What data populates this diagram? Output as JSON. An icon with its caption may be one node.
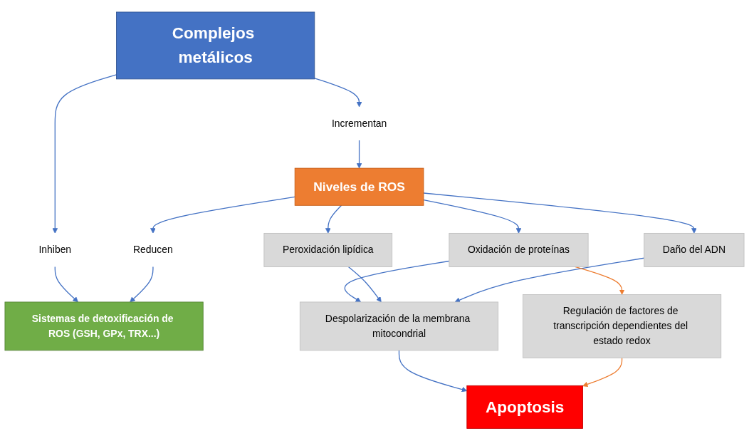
{
  "diagram": {
    "nodes": [
      {
        "text": [
          "Complejos metálicos"
        ]
      },
      {
        "text": [
          "Incrementan"
        ]
      },
      {
        "text": [
          "Inhiben"
        ]
      },
      {
        "text": [
          "Niveles de ROS"
        ]
      },
      {
        "text": [
          "Reducen"
        ]
      },
      {
        "text": [
          "Sistemas de detoxificación de ROS (GSH, GPx, TRX...)"
        ]
      },
      {
        "text": [
          "Oxidación de proteínas"
        ]
      },
      {
        "text": [
          "Peroxidación lipídica"
        ]
      },
      {
        "text": [
          "Daño del ADN"
        ]
      },
      {
        "text": [
          "Despolarización de la membrana mitocondrial"
        ]
      },
      {
        "text": [
          "Regulación de factores de transcripción dependientes del estado redox"
        ]
      },
      {
        "text": [
          "Apoptosis"
        ]
      }
    ],
    "edges": [
      {
        "from": 0,
        "to": 1,
        "arrow": "to"
      },
      {
        "from": 1,
        "to": 3,
        "arrow": "to"
      },
      {
        "from": 0,
        "to": 2,
        "arrow": "to"
      },
      {
        "from": 2,
        "to": 5,
        "arrow": "to"
      },
      {
        "from": 3,
        "to": 4,
        "arrow": "to"
      },
      {
        "from": 4,
        "to": 5,
        "arrow": "to"
      },
      {
        "from": 3,
        "to": 6,
        "arrow": "to"
      },
      {
        "from": 3,
        "to": 7,
        "arrow": "to"
      },
      {
        "from": 3,
        "to": 8,
        "arrow": "to"
      },
      {
        "from": 6,
        "to": 9,
        "arrow": "to"
      },
      {
        "from": 7,
        "to": 9,
        "arrow": "to"
      },
      {
        "from": 8,
        "to": 9,
        "arrow": "to"
      },
      {
        "from": 6,
        "to": 10,
        "arrow": "to",
        "color": "#ed7d31"
      },
      {
        "from": 9,
        "to": 11,
        "arrow": "to"
      },
      {
        "from": 10,
        "to": 11,
        "arrow": "to",
        "color": "#ed7d31"
      }
    ]
  }
}
